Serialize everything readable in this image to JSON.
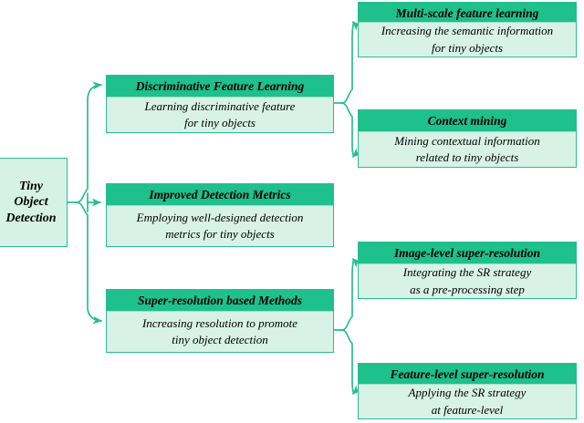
{
  "diagram": {
    "type": "taxonomy-tree",
    "title": "Tiny Object Detection",
    "colors": {
      "header_green": "#1ec08c",
      "body_mint": "#d8f2e7",
      "border_teal": "#2bbd91",
      "connector_teal": "#2bbd91",
      "text": "#000000",
      "background": "#ffffff"
    },
    "root": {
      "label": "Tiny\nObject\nDetection",
      "label_lines": [
        "Tiny",
        "Object",
        "Detection"
      ]
    },
    "branches": [
      {
        "id": "discriminative-feature-learning",
        "title": "Discriminative Feature Learning",
        "description": "Learning discriminative feature for tiny objects",
        "description_lines": [
          "Learning discriminative feature",
          "for tiny objects"
        ],
        "children": [
          {
            "id": "multi-scale-feature-learning",
            "title": "Multi-scale feature learning",
            "description": "Increasing the semantic information for tiny objects",
            "description_lines": [
              "Increasing the semantic information",
              "for tiny objects"
            ]
          },
          {
            "id": "context-mining",
            "title": "Context mining",
            "description": "Mining contextual information related to tiny objects",
            "description_lines": [
              "Mining contextual information",
              "related to tiny objects"
            ]
          }
        ]
      },
      {
        "id": "improved-detection-metrics",
        "title": "Improved Detection Metrics",
        "description": "Employing well-designed detection metrics for tiny objects",
        "description_lines": [
          "Employing well-designed detection",
          "metrics for tiny objects"
        ],
        "children": []
      },
      {
        "id": "super-resolution-based-methods",
        "title": "Super-resolution based Methods",
        "description": "Increasing resolution to promote tiny object detection",
        "description_lines": [
          "Increasing resolution to promote",
          "tiny object detection"
        ],
        "children": [
          {
            "id": "image-level-super-resolution",
            "title": "Image-level super-resolution",
            "description": "Integrating the SR strategy as a pre-processing step",
            "description_lines": [
              "Integrating the SR strategy",
              "as a pre-processing step"
            ]
          },
          {
            "id": "feature-level-super-resolution",
            "title": "Feature-level super-resolution",
            "description": "Applying the SR strategy at feature-level",
            "description_lines": [
              "Applying the SR strategy",
              "at feature-level"
            ]
          }
        ]
      }
    ]
  }
}
